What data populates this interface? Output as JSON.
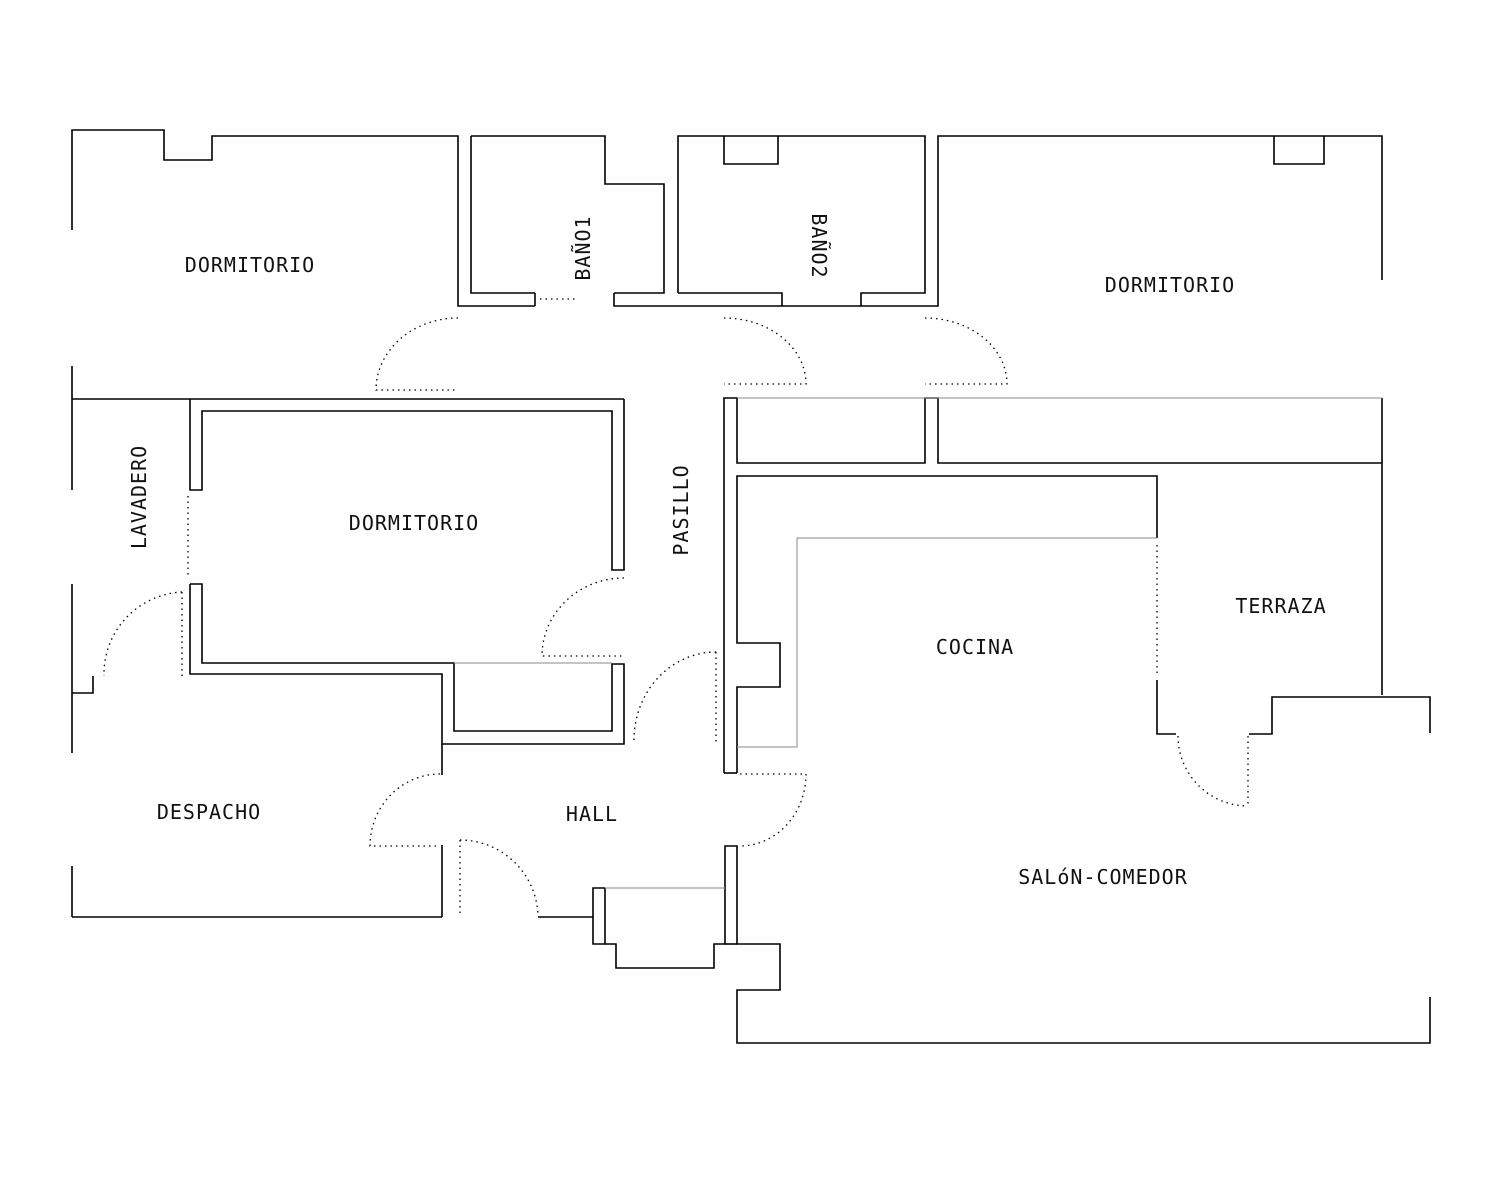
{
  "colors": {
    "line": "#000000",
    "fine_line": "#8a8a8a",
    "background": "#ffffff"
  },
  "rooms": {
    "dormitorio_1": "DORMITORIO",
    "bano_1": "BAÑO1",
    "bano_2": "BAÑO2",
    "dormitorio_2": "DORMITORIO",
    "lavadero": "LAVADERO",
    "dormitorio_3": "DORMITORIO",
    "pasillo": "PASILLO",
    "terraza": "TERRAZA",
    "cocina": "COCINA",
    "despacho": "DESPACHO",
    "hall": "HALL",
    "salon_comedor": "SALóN-COMEDOR"
  }
}
